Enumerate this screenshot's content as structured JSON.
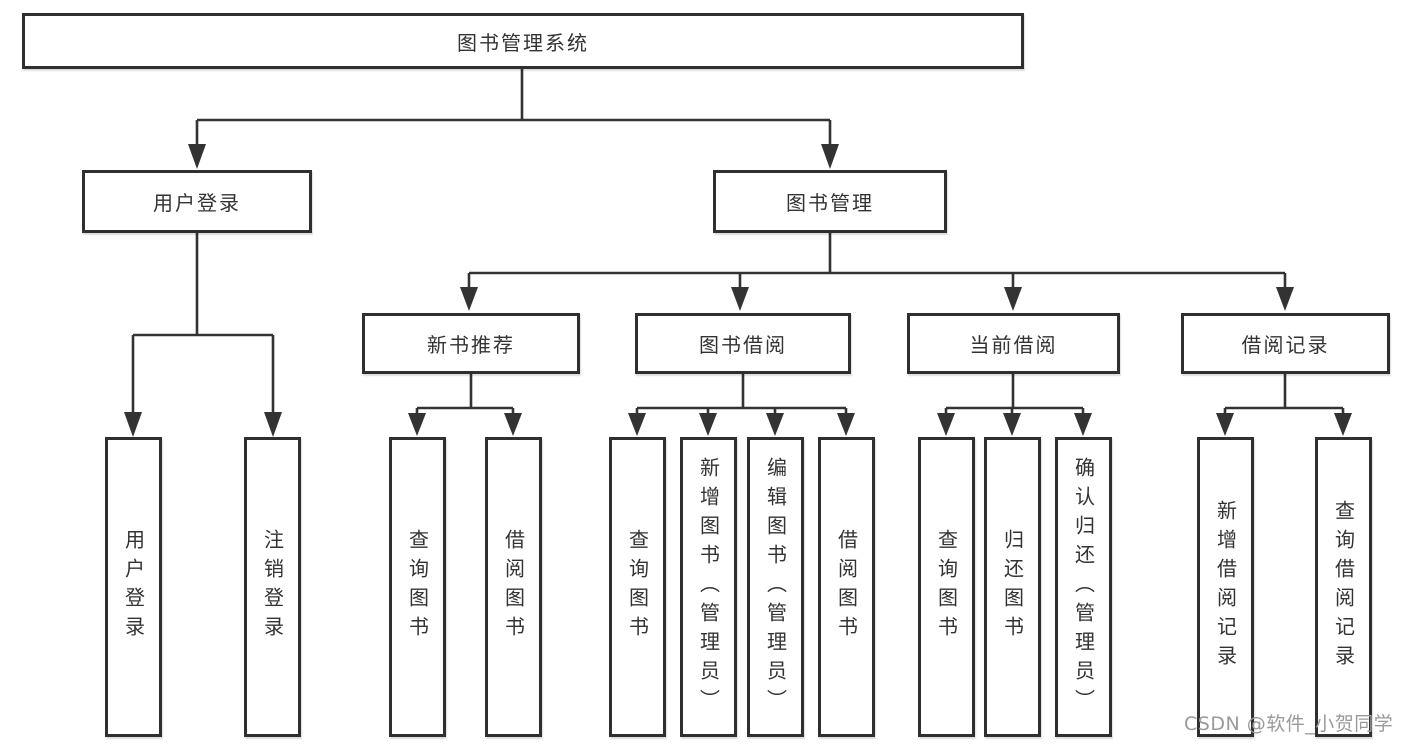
{
  "nodes": {
    "root": "图书管理系统",
    "level2": {
      "user_login": "用户登录",
      "book_management": "图书管理"
    },
    "level3": {
      "new_book_recommend": "新书推荐",
      "book_borrow": "图书借阅",
      "current_borrow": "当前借阅",
      "borrow_records": "借阅记录"
    },
    "leaves": {
      "user_login": [
        "用户登录",
        "注销登录"
      ],
      "new_book_recommend": [
        "查询图书",
        "借阅图书"
      ],
      "book_borrow": [
        "查询图书",
        "新增图书（管理员）",
        "编辑图书（管理员）",
        "借阅图书"
      ],
      "current_borrow": [
        "查询图书",
        "归还图书",
        "确认归还（管理员）"
      ],
      "borrow_records": [
        "新增借阅记录",
        "查询借阅记录"
      ]
    }
  },
  "watermark": "CSDN @软件_小贺同学",
  "colors": {
    "line": "#333333",
    "border": "#2f2f2f",
    "text": "#333333",
    "watermark": "#9a9a9a",
    "bg": "#ffffff"
  }
}
